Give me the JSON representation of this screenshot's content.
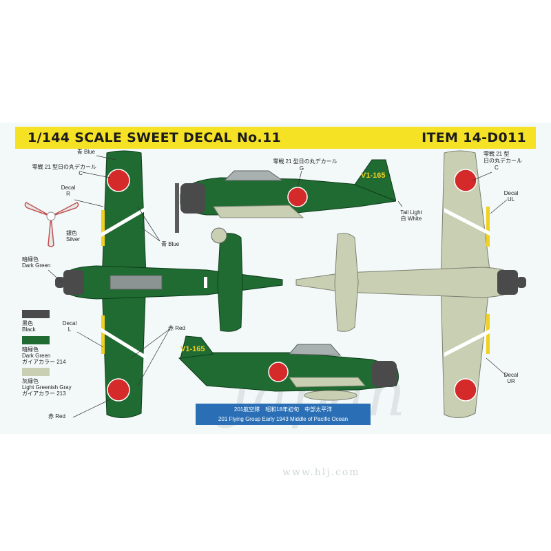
{
  "header": {
    "title": "1/144 SCALE SWEET DECAL No.11",
    "item": "ITEM 14-D011"
  },
  "labels": {
    "blue_top": "青 Blue",
    "decal_c_left_jp": "零戦 21 型日の丸デカール",
    "decal_c_left": "C",
    "decal_r_1": "Decal",
    "decal_r_2": "R",
    "silver_jp": "銀色",
    "silver": "Silver",
    "dark_green_jp": "暗緑色",
    "dark_green": "Dark Green",
    "blue_mid": "青 Blue",
    "decal_g_jp": "零戦 21 型日の丸デカール",
    "decal_g": "G",
    "tail_light_1": "Tail Light",
    "tail_light_2": "白 White",
    "decal_c_right_1": "零戦 21 型",
    "decal_c_right_2": "日の丸デカール",
    "decal_c_right_3": "C",
    "decal_ul_1": "Decal",
    "decal_ul_2": "UL",
    "decal_l_1": "Decal",
    "decal_l_2": "L",
    "red_mid": "赤 Red",
    "red_bottom": "赤 Red",
    "decal_ur_1": "Decal",
    "decal_ur_2": "UR",
    "tail_code": "V1-165"
  },
  "legend": [
    {
      "name_jp": "黒色",
      "name": "Black",
      "code": "",
      "color": "#4a4a4a"
    },
    {
      "name_jp": "暗緑色",
      "name": "Dark Green",
      "code": "ガイアカラー 214",
      "color": "#1f6b32"
    },
    {
      "name_jp": "灰緑色",
      "name": "Light Greenish Gray",
      "code": "ガイアカラー 213",
      "color": "#c9cfb3"
    }
  ],
  "caption": {
    "line1": "201航空隊　昭和18年初旬　中部太平洋",
    "line2": "201 Flying Group Early 1943 Middle of Pacific Ocean"
  },
  "watermark": {
    "brand": "Japan",
    "url": "www.hlj.com"
  },
  "colors": {
    "banner": "#f6e225",
    "dark_green": "#1f6b32",
    "gray_green": "#c9cfb3",
    "hinomaru": "#d42a2a",
    "caption_bg": "#2a6fb5"
  }
}
